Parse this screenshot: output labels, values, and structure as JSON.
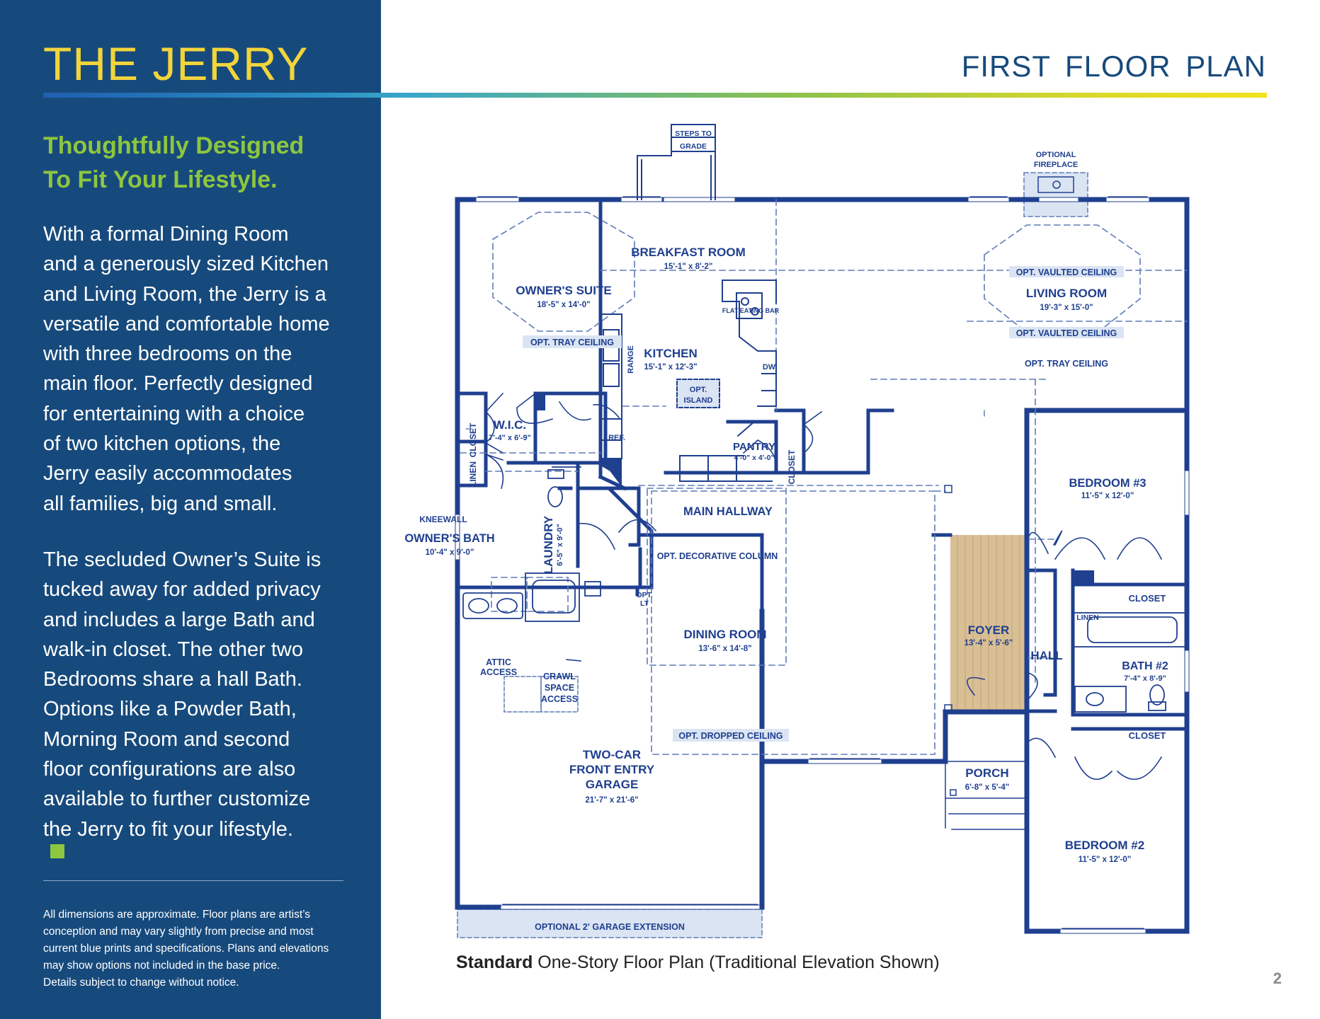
{
  "sidebar": {
    "title": "THE JERRY",
    "tagline": [
      "Thoughtfully Designed",
      "To Fit Your Lifestyle."
    ],
    "paragraph1": [
      "With a formal Dining Room",
      "and a generously sized Kitchen",
      "and Living Room, the Jerry is a",
      "versatile and comfortable home",
      "with three bedrooms on the",
      "main floor. Perfectly designed",
      "for entertaining with a choice",
      "of two kitchen options, the",
      "Jerry easily accommodates",
      "all families, big and small."
    ],
    "paragraph2": [
      "The secluded Owner’s Suite is",
      "tucked away for added privacy",
      "and includes a large Bath and",
      "walk-in closet. The other two",
      "Bedrooms share a hall Bath.",
      "Options like a Powder Bath,",
      "Morning Room and second",
      "floor configurations are also",
      "available to further customize",
      "the Jerry to fit your lifestyle."
    ],
    "disclaimer": [
      "All dimensions are approximate. Floor plans are artist’s",
      "conception and may vary slightly from precise and most",
      "current blue prints and specifications. Plans and elevations",
      "may show options not included in the base price.",
      "Details subject to change without notice."
    ]
  },
  "header": {
    "plan_title": "FIRST  FLOOR  PLAN"
  },
  "caption": {
    "bold": "Standard",
    "rest": " One-Story Floor Plan (Traditional Elevation Shown)"
  },
  "page_number": "2",
  "colors": {
    "navy": "#174a7c",
    "plan_blue": "#1f3f8f",
    "accent_yellow": "#f2d43b",
    "accent_green": "#8dc63f",
    "foyer_wood": "#d9bf94",
    "option_fill": "#dbe4f3"
  },
  "plan": {
    "steps": [
      "STEPS TO",
      "GRADE"
    ],
    "fireplace": [
      "OPTIONAL",
      "FIREPLACE"
    ],
    "owners_suite": {
      "name": "OWNER'S SUITE",
      "dim": "18'-5\" x 14'-0\"",
      "opt": "OPT. TRAY CEILING"
    },
    "breakfast": {
      "name": "BREAKFAST ROOM",
      "dim": "15'-1\" x 8'-2\""
    },
    "living": {
      "name": "LIVING ROOM",
      "dim": "19'-3\" x 15'-0\"",
      "opt1": "OPT. VAULTED CEILING",
      "opt2": "OPT. VAULTED CEILING",
      "opt3": "OPT. TRAY CEILING"
    },
    "flat_bar": "FLAT EATING BAR",
    "kitchen": {
      "name": "KITCHEN",
      "dim": "15'-1\" x 12'-3\"",
      "island": [
        "OPT.",
        "ISLAND"
      ],
      "range": "RANGE",
      "dw": "DW",
      "ref": "REF."
    },
    "pantry": {
      "name": "PANTRY",
      "dim": "4'-0\" x 4'-0\""
    },
    "closet": "CLOSET",
    "linen": "LINEN",
    "wic": {
      "name": "W.I.C.",
      "dim": "7'-4\" x 6'-9\""
    },
    "kneewall": "KNEEWALL",
    "owners_bath": {
      "name": "OWNER'S BATH",
      "dim": "10'-4\" x 9'-0\""
    },
    "laundry": {
      "name": "LAUNDRY",
      "dim": "6'-5\" x 9'-0\""
    },
    "opt_lt": [
      "OPT.",
      "LT"
    ],
    "main_hallway": "MAIN HALLWAY",
    "bedroom3": {
      "name": "BEDROOM #3",
      "dim": "11'-5\" x 12'-0\""
    },
    "opt_column": "OPT. DECORATIVE COLUMN",
    "dining": {
      "name": "DINING ROOM",
      "dim": "13'-6\" x 14'-8\"",
      "opt": "OPT. DROPPED CEILING"
    },
    "foyer": {
      "name": "FOYER",
      "dim": "13'-4\" x 5'-6\""
    },
    "hall": "HALL",
    "closet_bed3": "CLOSET",
    "linen_hall": "LINEN",
    "bath2": {
      "name": "BATH #2",
      "dim": "7'-4\" x 8'-9\""
    },
    "closet_bed2": "CLOSET",
    "attic": [
      "ATTIC",
      "ACCESS"
    ],
    "crawl": [
      "CRAWL",
      "SPACE",
      "ACCESS"
    ],
    "garage": {
      "name": [
        "TWO-CAR",
        "FRONT ENTRY",
        "GARAGE"
      ],
      "dim": "21'-7\" x 21'-6\""
    },
    "porch": {
      "name": "PORCH",
      "dim": "6'-8\" x 5'-4\""
    },
    "bedroom2": {
      "name": "BEDROOM #2",
      "dim": "11'-5\" x 12'-0\""
    },
    "garage_ext": "OPTIONAL 2' GARAGE EXTENSION"
  }
}
